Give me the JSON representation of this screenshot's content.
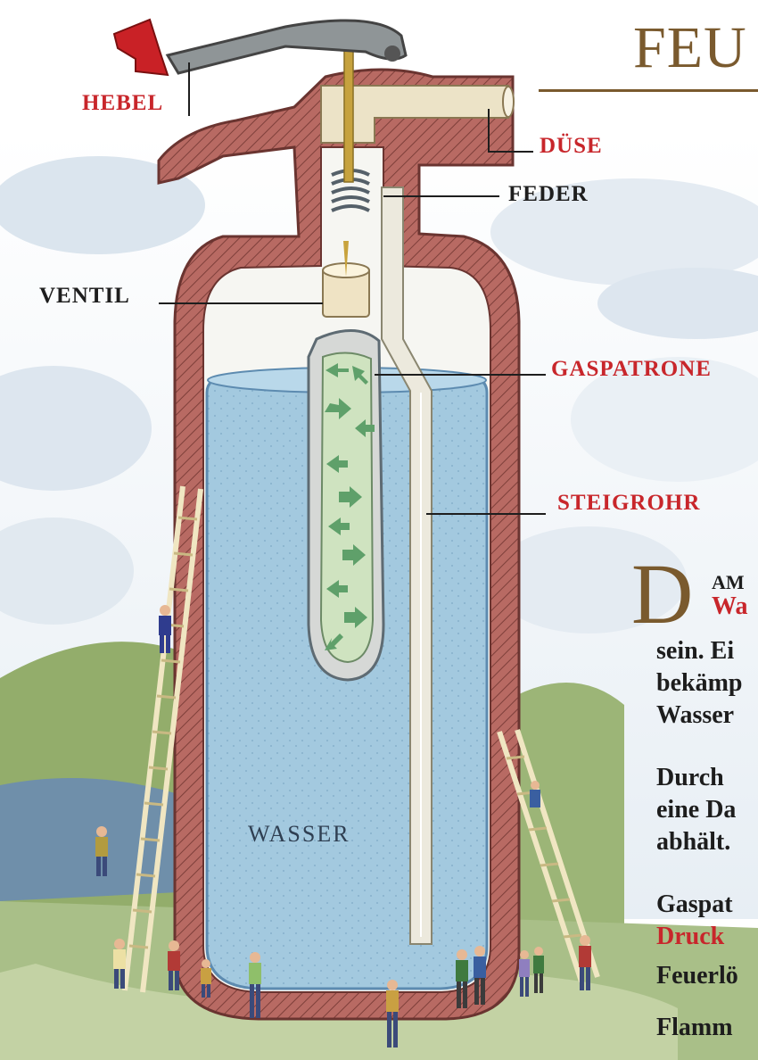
{
  "title": "FEU",
  "labels": {
    "hebel": "HEBEL",
    "duese": "DÜSE",
    "feder": "FEDER",
    "ventil": "VENTIL",
    "gaspatrone": "GASPATRONE",
    "steigrohr": "STEIGROHR",
    "wasser": "WASSER"
  },
  "text": {
    "dropcap": "D",
    "line0": "AM",
    "line1": "Wa",
    "line2": "sein. Ei",
    "line3": "bekämp",
    "line4": "Wasser",
    "line5": "Durch",
    "line6": "eine Da",
    "line7": "abhält.",
    "line8": "Gaspat",
    "line9": "Druck",
    "line10": "Feuerlö",
    "line11": "Flamm"
  },
  "colors": {
    "label_red": "#c8262b",
    "label_dark": "#1e1e1e",
    "title_brown": "#7a5a2e",
    "shell": "#b86a63",
    "water": "#9ec6de",
    "cartridge": "#cfe3c0"
  }
}
